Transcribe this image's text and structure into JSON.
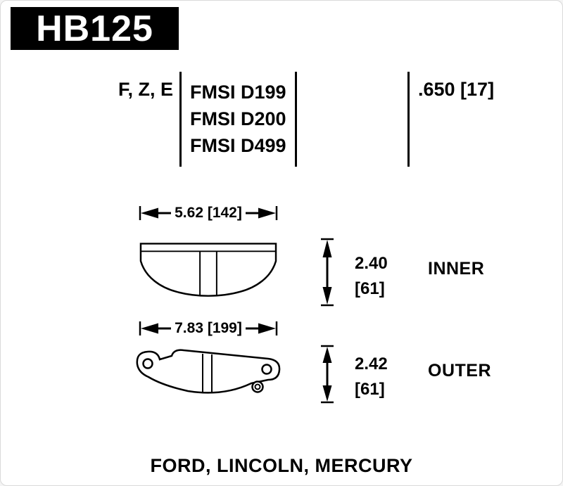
{
  "part_code": "HB125",
  "specs": {
    "compounds": "F, Z, E",
    "fmsi": [
      "FMSI D199",
      "FMSI D200",
      "FMSI D499"
    ],
    "pad_thickness": ".650 [17]"
  },
  "inner_pad": {
    "width": "5.62 [142]",
    "height_in": "2.40",
    "height_mm": "[61]",
    "label": "INNER"
  },
  "outer_pad": {
    "width": "7.83 [199]",
    "height_in": "2.42",
    "height_mm": "[61]",
    "label": "OUTER"
  },
  "footer_vehicles": "FORD, LINCOLN, MERCURY",
  "colors": {
    "ink": "#000000",
    "header_bg": "#000000",
    "header_text": "#ffffff",
    "background": "#ffffff"
  }
}
